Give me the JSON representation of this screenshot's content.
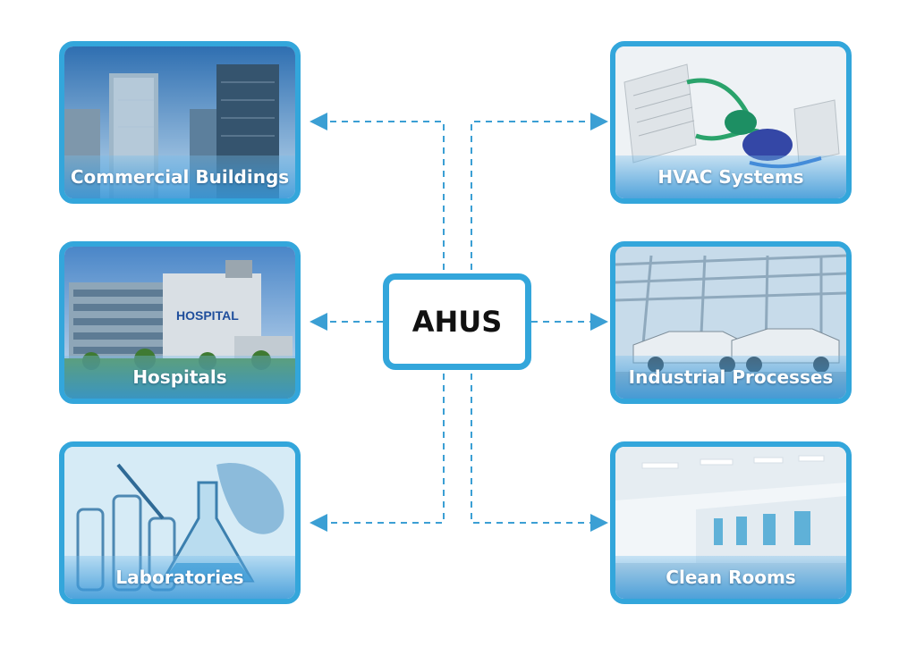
{
  "center": {
    "label": "AHUS"
  },
  "nodes": [
    {
      "id": "commercial",
      "label": "Commercial Buildings"
    },
    {
      "id": "hvac",
      "label": "HVAC Systems"
    },
    {
      "id": "hospitals",
      "label": "Hospitals"
    },
    {
      "id": "industrial",
      "label": "Industrial Processes"
    },
    {
      "id": "laboratories",
      "label": "Laboratories"
    },
    {
      "id": "cleanrooms",
      "label": "Clean Rooms"
    }
  ],
  "scene_text": {
    "hospital_sign": "HOSPITAL"
  },
  "colors": {
    "accent": "#33a6db",
    "connector": "#3b9fd4",
    "center_text": "#111111",
    "background": "#ffffff"
  }
}
